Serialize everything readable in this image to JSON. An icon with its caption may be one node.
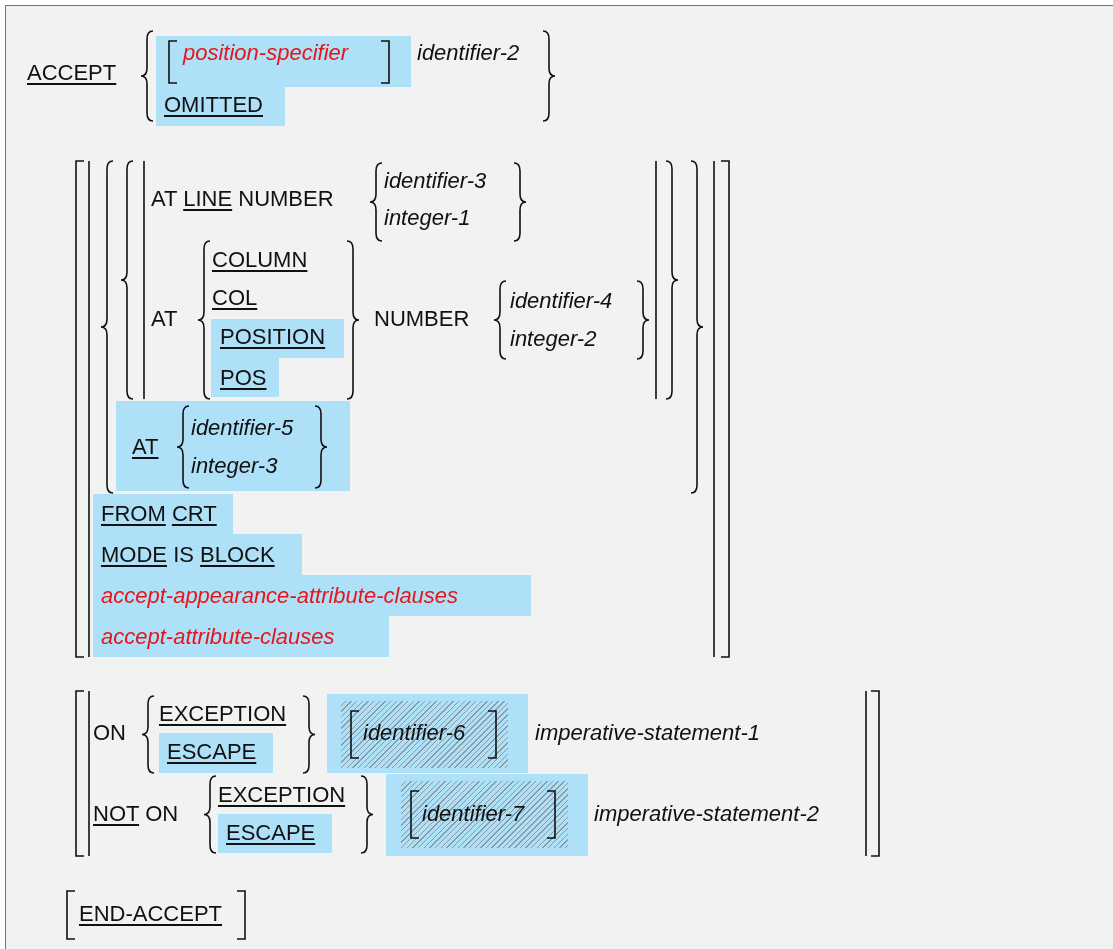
{
  "diagram": {
    "labels": [
      "ACCEPT",
      "position-specifier",
      "identifier-2",
      "OMITTED",
      "AT LINE NUMBER",
      "identifier-3",
      "integer-1",
      "AT",
      "COLUMN",
      "COL",
      "POSITION",
      "POS",
      "NUMBER",
      "identifier-4",
      "integer-2",
      "AT",
      "identifier-5",
      "integer-3",
      "FROM CRT",
      "MODE IS BLOCK",
      "accept-appearance-attribute-clauses",
      "accept-attribute-clauses",
      "ON",
      "EXCEPTION",
      "ESCAPE",
      "identifier-6",
      "imperative-statement-1",
      "NOT ON",
      "EXCEPTION",
      "ESCAPE",
      "identifier-7",
      "imperative-statement-2",
      "END-ACCEPT"
    ]
  }
}
